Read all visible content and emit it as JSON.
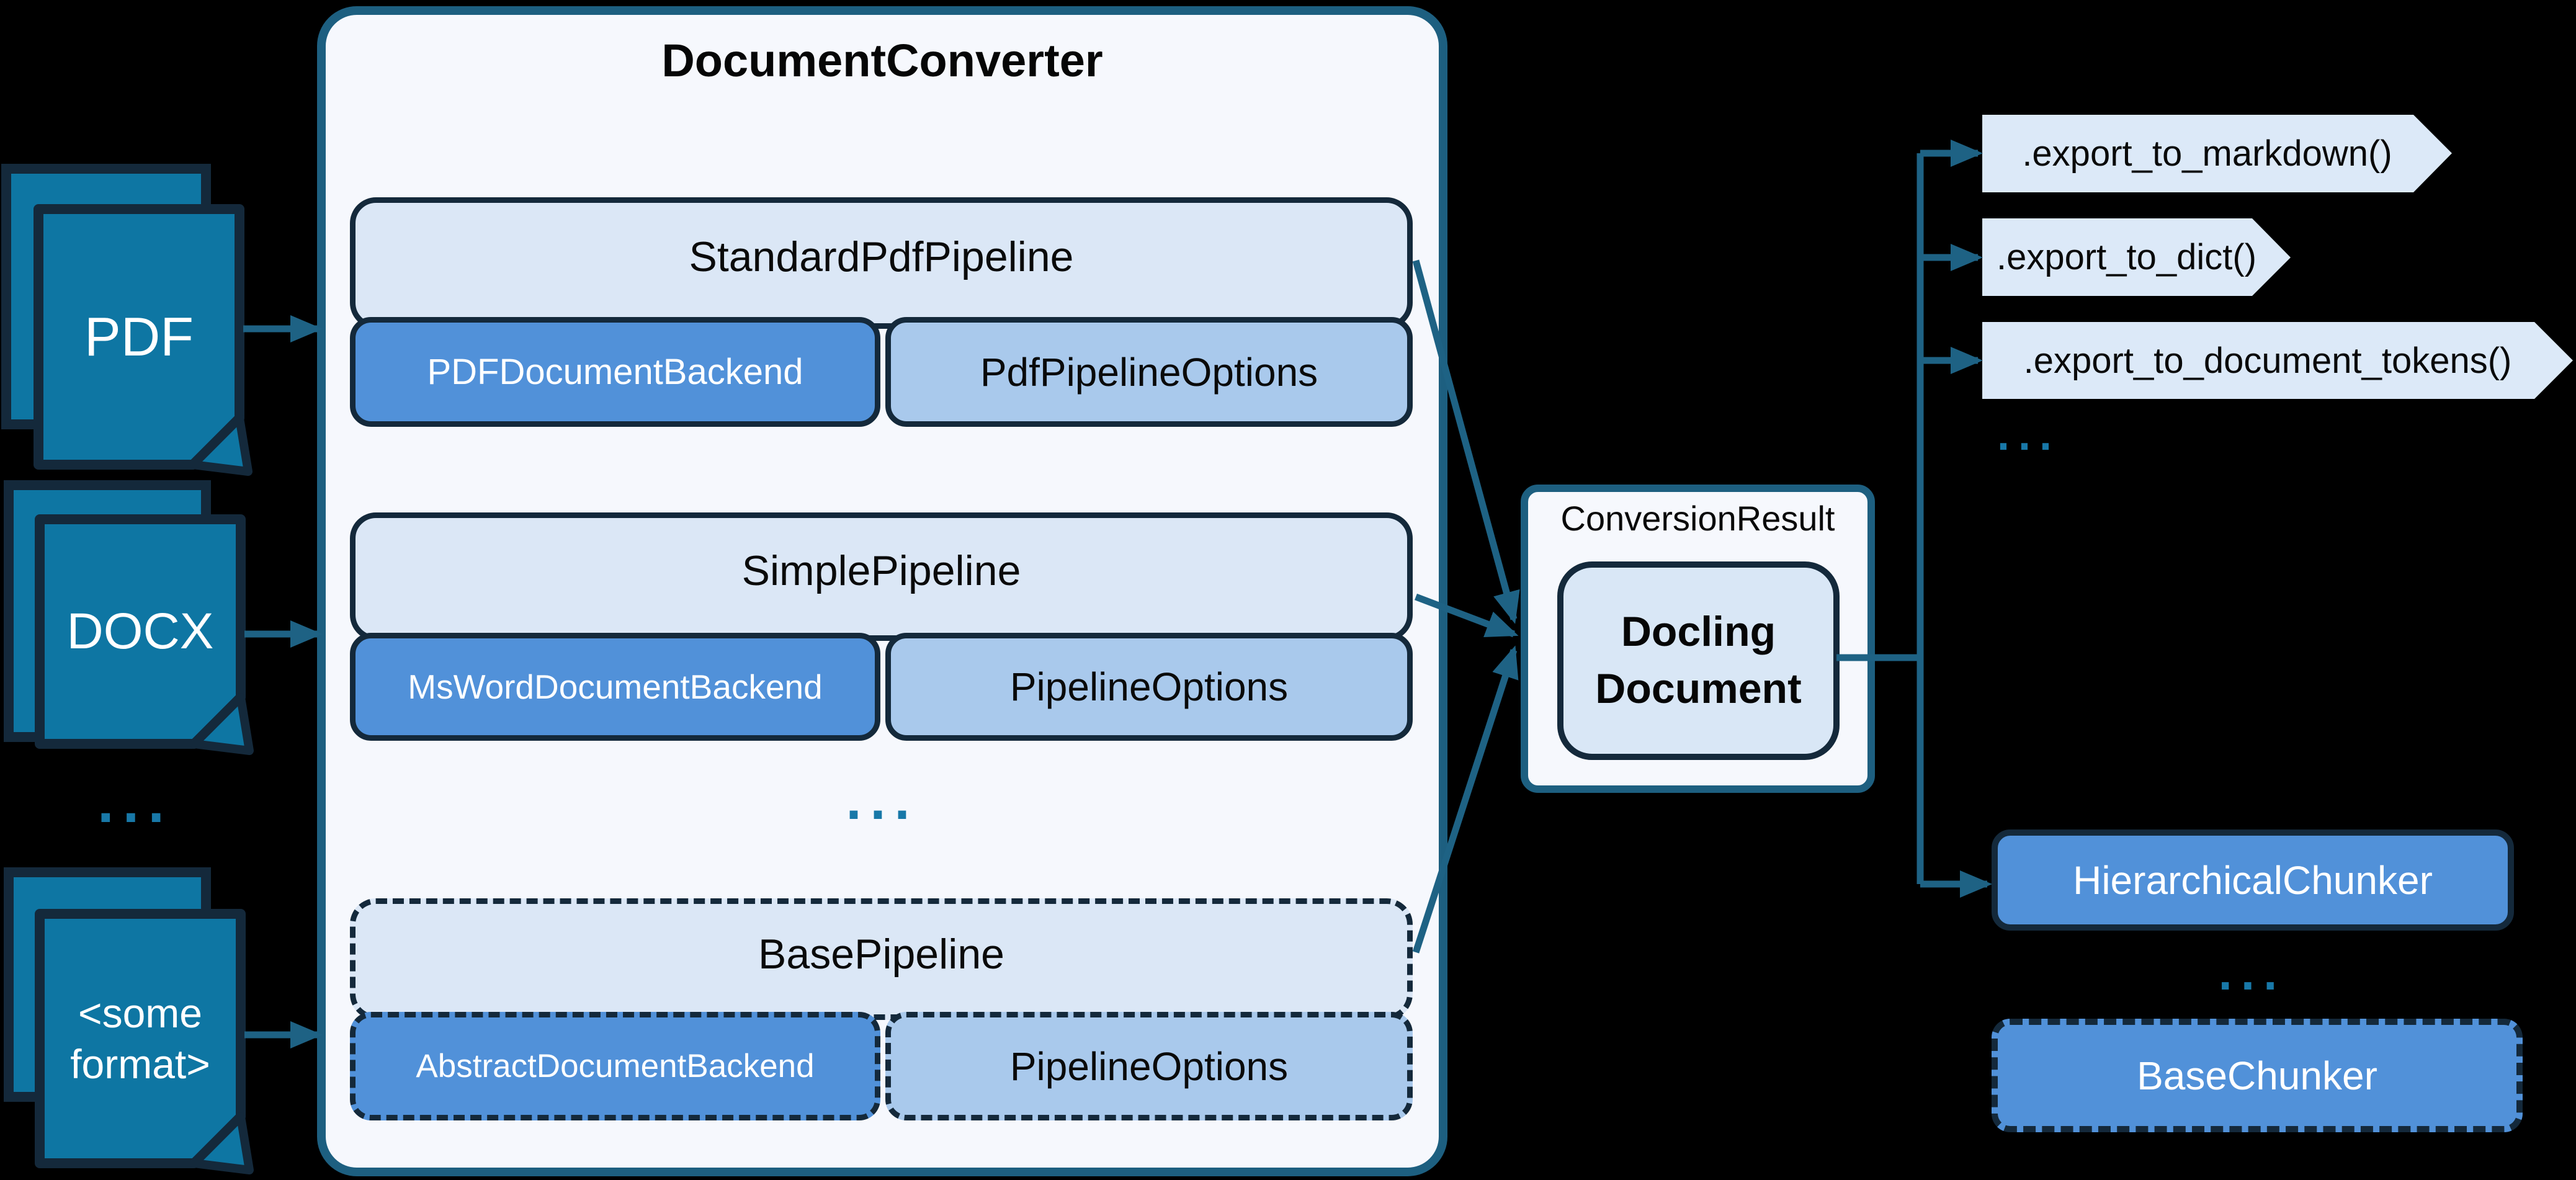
{
  "colors": {
    "background": "#000000",
    "panel_fill": "#f6f8fd",
    "panel_border_teal": "#1d5f80",
    "arrow_teal": "#1e6284",
    "document_icon_fill": "#0e76a3",
    "dark_navy_border": "#14293b",
    "pipeline_title_fill": "#dbe7f6",
    "backend_fill": "#5191d9",
    "options_fill": "#a9c9ec",
    "chevron_fill": "#dce9f8",
    "ellipsis_teal": "#1878a8"
  },
  "inputs": {
    "pdf_label": "PDF",
    "docx_label": "DOCX",
    "ellipsis": "...",
    "some_format_line1": "<some",
    "some_format_line2": "format>"
  },
  "converter": {
    "title": "DocumentConverter",
    "ellipsis": "...",
    "pipelines": [
      {
        "name": "StandardPdfPipeline",
        "backend": "PDFDocumentBackend",
        "options": "PdfPipelineOptions"
      },
      {
        "name": "SimplePipeline",
        "backend": "MsWordDocumentBackend",
        "options": "PipelineOptions"
      },
      {
        "name": "BasePipeline",
        "backend": "AbstractDocumentBackend",
        "options": "PipelineOptions"
      }
    ]
  },
  "result": {
    "label": "ConversionResult",
    "document_line1": "Docling",
    "document_line2": "Document"
  },
  "exports": {
    "methods": [
      {
        "label": ".export_to_markdown()"
      },
      {
        "label": ".export_to_dict()"
      },
      {
        "label": ".export_to_document_tokens()"
      }
    ],
    "ellipsis": "..."
  },
  "chunkers": {
    "hierarchical": "HierarchicalChunker",
    "ellipsis": "...",
    "base": "BaseChunker"
  }
}
